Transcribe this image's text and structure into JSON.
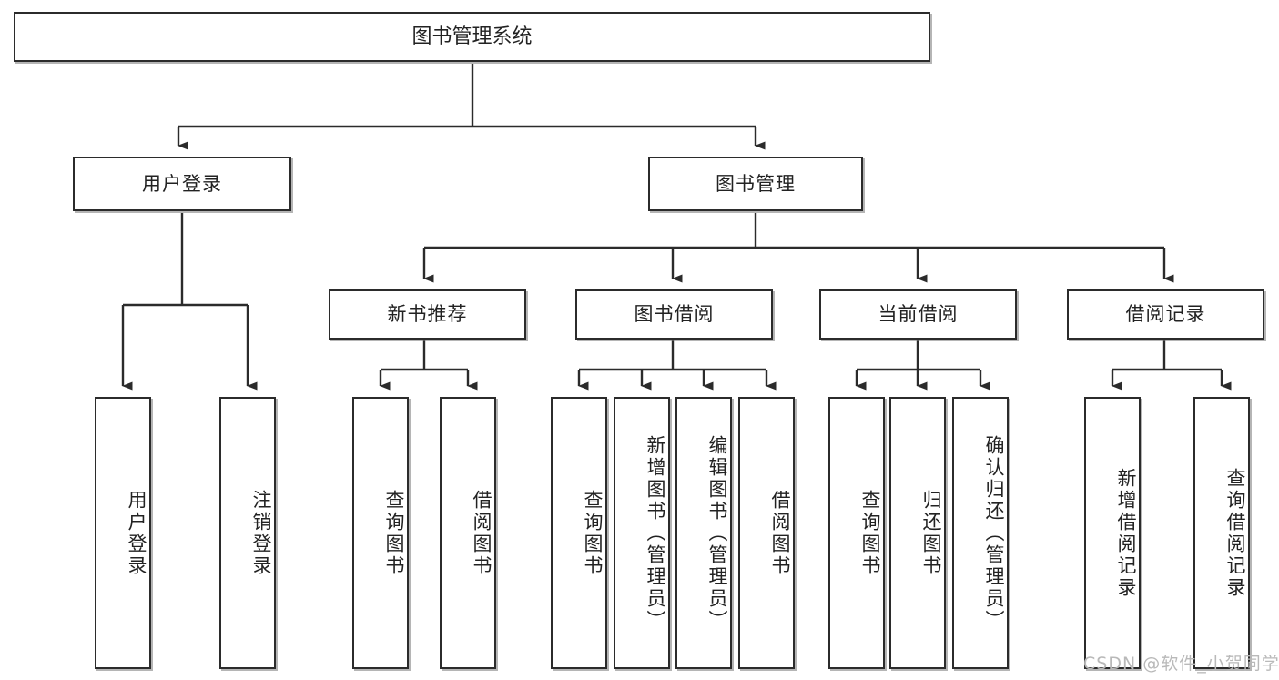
{
  "diagram": {
    "title": "图书管理系统",
    "watermark": "CSDN @软件_小贺同学",
    "stroke_color": "#2b2b2b",
    "fill_color": "#ffffff",
    "text_color": "#222222",
    "watermark_color": "#b9b9b9"
  },
  "nodes": {
    "root": "图书管理系统",
    "level2": [
      "用户登录",
      "图书管理"
    ],
    "level3": [
      "新书推荐",
      "图书借阅",
      "当前借阅",
      "借阅记录"
    ],
    "leaves": {
      "user_login": [
        "用户登录",
        "注销登录"
      ],
      "new_book": [
        "查询图书",
        "借阅图书"
      ],
      "book_borrow": [
        "查询图书",
        "新增图书（管理员）",
        "编辑图书（管理员）",
        "借阅图书"
      ],
      "current_borrow": [
        "查询图书",
        "归还图书",
        "确认归还（管理员）"
      ],
      "borrow_record": [
        "新增借阅记录",
        "查询借阅记录"
      ]
    }
  },
  "chart_data": {
    "type": "table",
    "title": "图书管理系统 功能结构图",
    "hierarchy": [
      {
        "label": "图书管理系统",
        "level": 1,
        "children": [
          {
            "label": "用户登录",
            "level": 2,
            "children": [
              {
                "label": "用户登录",
                "level": 3,
                "children": []
              },
              {
                "label": "注销登录",
                "level": 3,
                "children": []
              }
            ]
          },
          {
            "label": "图书管理",
            "level": 2,
            "children": [
              {
                "label": "新书推荐",
                "level": 3,
                "children": [
                  {
                    "label": "查询图书",
                    "level": 4,
                    "children": []
                  },
                  {
                    "label": "借阅图书",
                    "level": 4,
                    "children": []
                  }
                ]
              },
              {
                "label": "图书借阅",
                "level": 3,
                "children": [
                  {
                    "label": "查询图书",
                    "level": 4,
                    "children": []
                  },
                  {
                    "label": "新增图书（管理员）",
                    "level": 4,
                    "children": []
                  },
                  {
                    "label": "编辑图书（管理员）",
                    "level": 4,
                    "children": []
                  },
                  {
                    "label": "借阅图书",
                    "level": 4,
                    "children": []
                  }
                ]
              },
              {
                "label": "当前借阅",
                "level": 3,
                "children": [
                  {
                    "label": "查询图书",
                    "level": 4,
                    "children": []
                  },
                  {
                    "label": "归还图书",
                    "level": 4,
                    "children": []
                  },
                  {
                    "label": "确认归还（管理员）",
                    "level": 4,
                    "children": []
                  }
                ]
              },
              {
                "label": "借阅记录",
                "level": 3,
                "children": [
                  {
                    "label": "新增借阅记录",
                    "level": 4,
                    "children": []
                  },
                  {
                    "label": "查询借阅记录",
                    "level": 4,
                    "children": []
                  }
                ]
              }
            ]
          }
        ]
      }
    ]
  }
}
